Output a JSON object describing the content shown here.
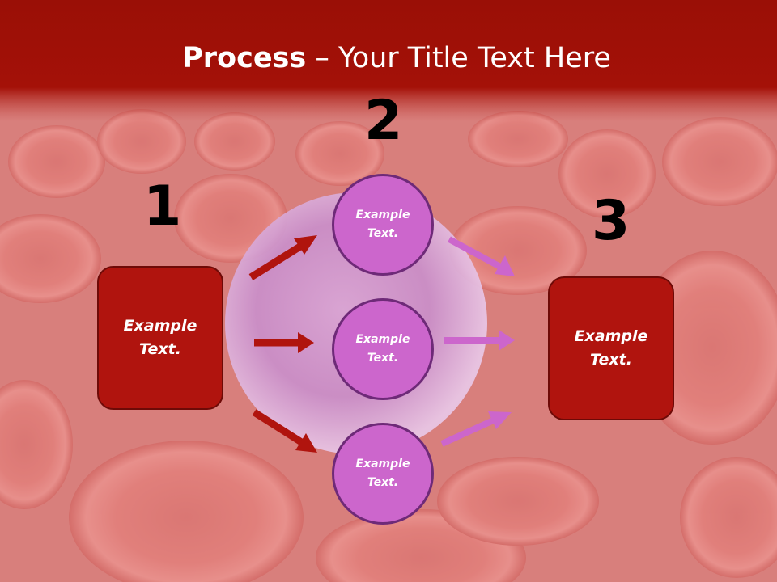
{
  "title": {
    "bold": "Process",
    "rest": " – Your Title Text Here"
  },
  "steps": [
    {
      "number": "1",
      "text": "Example\nText."
    },
    {
      "number": "2"
    },
    {
      "number": "3",
      "text": "Example\nText."
    }
  ],
  "circles": [
    {
      "text": "Example\nText."
    },
    {
      "text": "Example\nText."
    },
    {
      "text": "Example\nText."
    }
  ],
  "colors": {
    "header": "#9a0f06",
    "box": "#b0140e",
    "circle": "#cc66cc",
    "arrow_red": "#b0140e",
    "arrow_purple": "#cc66cc"
  }
}
